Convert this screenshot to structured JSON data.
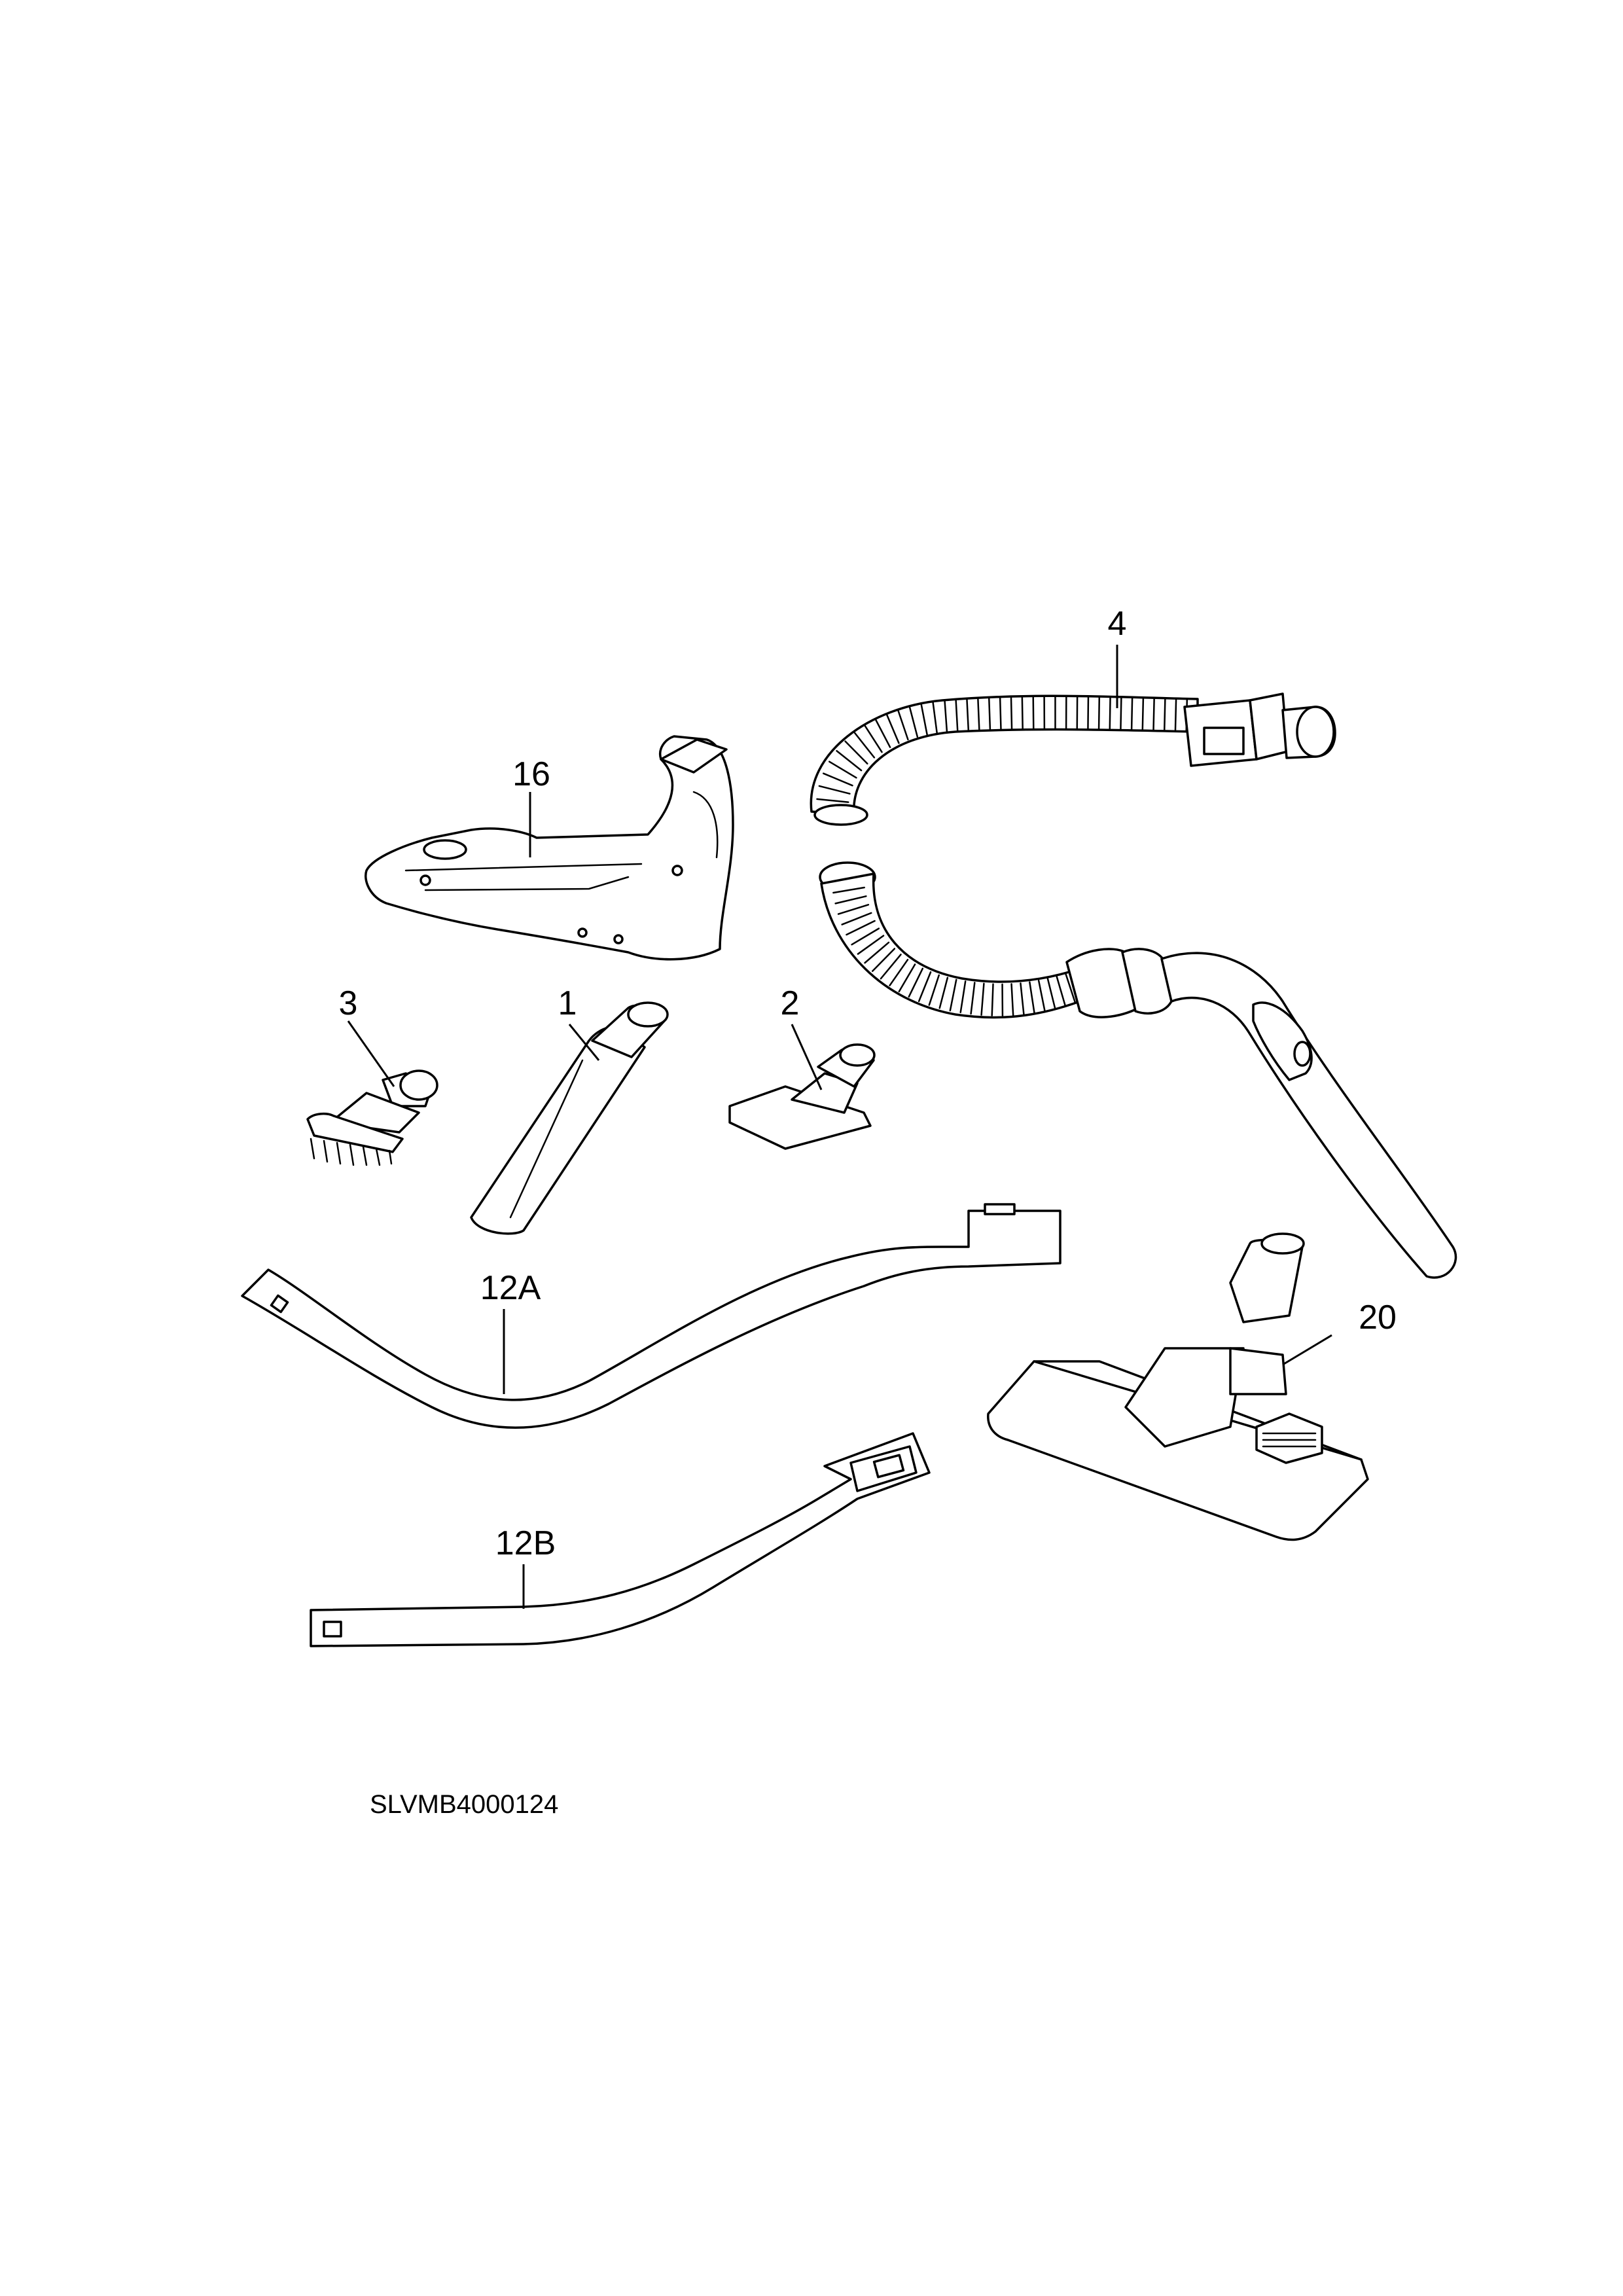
{
  "diagram": {
    "callouts": [
      {
        "id": "4",
        "label": "4"
      },
      {
        "id": "16",
        "label": "16"
      },
      {
        "id": "3",
        "label": "3"
      },
      {
        "id": "1",
        "label": "1"
      },
      {
        "id": "2",
        "label": "2"
      },
      {
        "id": "12A",
        "label": "12A"
      },
      {
        "id": "20",
        "label": "20"
      },
      {
        "id": "12B",
        "label": "12B"
      }
    ],
    "document_code": "SLVMB4000124"
  }
}
